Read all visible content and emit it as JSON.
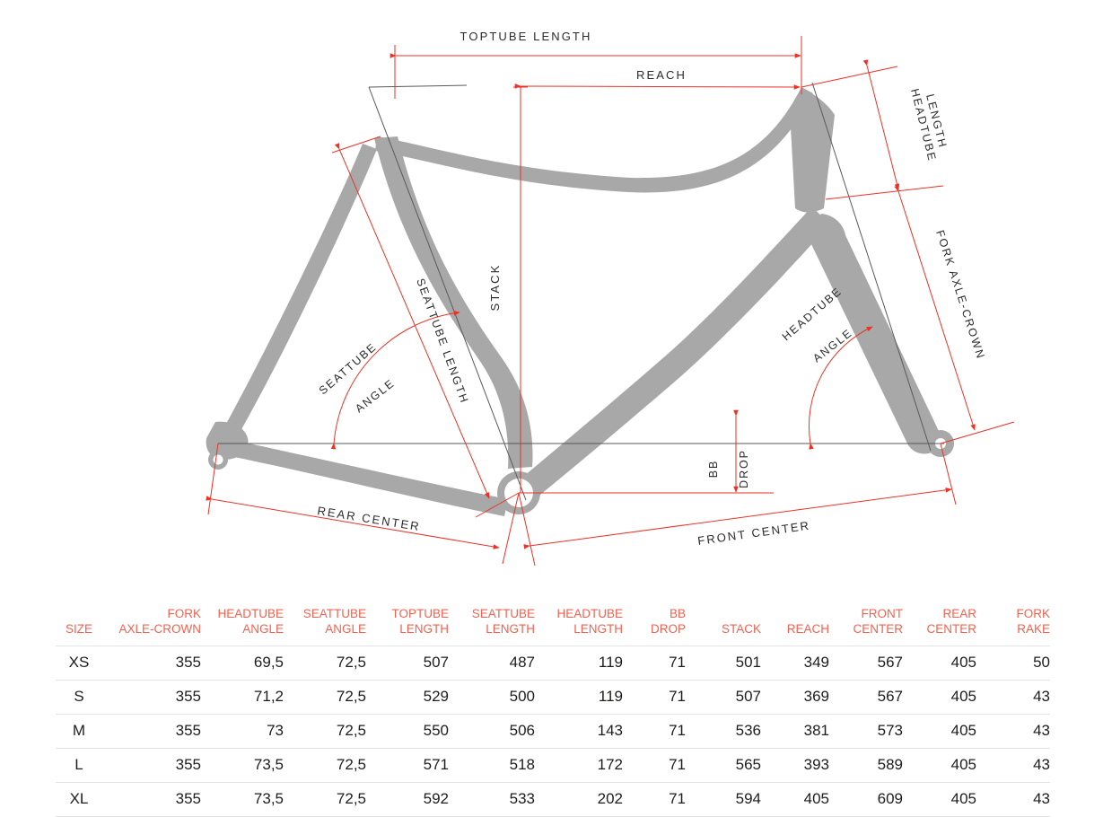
{
  "diagram": {
    "title": "Bicycle frame geometry diagram",
    "colors": {
      "frame": "#a8a8a8",
      "dimension_line": "#ed3124",
      "centerline": "#58595b",
      "label_text": "#2b2b2b",
      "table_header": "#f4614f"
    },
    "labels": {
      "toptube_length": "TOPTUBE LENGTH",
      "reach": "REACH",
      "stack": "STACK",
      "headtube_length_l1": "HEADTUBE",
      "headtube_length_l2": "LENGTH",
      "fork_axle_crown": "FORK AXLE-CROWN",
      "seattube_angle_l1": "SEATTUBE",
      "seattube_angle_l2": "ANGLE",
      "seattube_length": "SEATTUBE LENGTH",
      "headtube_angle_l1": "HEADTUBE",
      "headtube_angle_l2": "ANGLE",
      "bb_drop_l1": "BB",
      "bb_drop_l2": "DROP",
      "rear_center": "REAR CENTER",
      "front_center": "FRONT CENTER"
    }
  },
  "table": {
    "headers": [
      "SIZE",
      "FORK\nAXLE-CROWN",
      "HEADTUBE\nANGLE",
      "SEATTUBE\nANGLE",
      "TOPTUBE\nLENGTH",
      "SEATTUBE\nLENGTH",
      "HEADTUBE\nLENGTH",
      "BB\nDROP",
      "STACK",
      "REACH",
      "FRONT\nCENTER",
      "REAR\nCENTER",
      "FORK\nRAKE"
    ],
    "rows": [
      {
        "size": "XS",
        "fork_axle_crown": "355",
        "headtube_angle": "69,5",
        "seattube_angle": "72,5",
        "toptube_length": "507",
        "seattube_length": "487",
        "headtube_length": "119",
        "bb_drop": "71",
        "stack": "501",
        "reach": "349",
        "front_center": "567",
        "rear_center": "405",
        "fork_rake": "50"
      },
      {
        "size": "S",
        "fork_axle_crown": "355",
        "headtube_angle": "71,2",
        "seattube_angle": "72,5",
        "toptube_length": "529",
        "seattube_length": "500",
        "headtube_length": "119",
        "bb_drop": "71",
        "stack": "507",
        "reach": "369",
        "front_center": "567",
        "rear_center": "405",
        "fork_rake": "43"
      },
      {
        "size": "M",
        "fork_axle_crown": "355",
        "headtube_angle": "73",
        "seattube_angle": "72,5",
        "toptube_length": "550",
        "seattube_length": "506",
        "headtube_length": "143",
        "bb_drop": "71",
        "stack": "536",
        "reach": "381",
        "front_center": "573",
        "rear_center": "405",
        "fork_rake": "43"
      },
      {
        "size": "L",
        "fork_axle_crown": "355",
        "headtube_angle": "73,5",
        "seattube_angle": "72,5",
        "toptube_length": "571",
        "seattube_length": "518",
        "headtube_length": "172",
        "bb_drop": "71",
        "stack": "565",
        "reach": "393",
        "front_center": "589",
        "rear_center": "405",
        "fork_rake": "43"
      },
      {
        "size": "XL",
        "fork_axle_crown": "355",
        "headtube_angle": "73,5",
        "seattube_angle": "72,5",
        "toptube_length": "592",
        "seattube_length": "533",
        "headtube_length": "202",
        "bb_drop": "71",
        "stack": "594",
        "reach": "405",
        "front_center": "609",
        "rear_center": "405",
        "fork_rake": "43"
      }
    ]
  },
  "chart_data": {
    "type": "table",
    "title": "Bicycle frame geometry by size (mm / degrees)",
    "categories": [
      "XS",
      "S",
      "M",
      "L",
      "XL"
    ],
    "series": [
      {
        "name": "FORK AXLE-CROWN",
        "unit": "mm",
        "values": [
          355,
          355,
          355,
          355,
          355
        ]
      },
      {
        "name": "HEADTUBE ANGLE",
        "unit": "deg",
        "values": [
          69.5,
          71.2,
          73,
          73.5,
          73.5
        ]
      },
      {
        "name": "SEATTUBE ANGLE",
        "unit": "deg",
        "values": [
          72.5,
          72.5,
          72.5,
          72.5,
          72.5
        ]
      },
      {
        "name": "TOPTUBE LENGTH",
        "unit": "mm",
        "values": [
          507,
          529,
          550,
          571,
          592
        ]
      },
      {
        "name": "SEATTUBE LENGTH",
        "unit": "mm",
        "values": [
          487,
          500,
          506,
          518,
          533
        ]
      },
      {
        "name": "HEADTUBE LENGTH",
        "unit": "mm",
        "values": [
          119,
          119,
          143,
          172,
          202
        ]
      },
      {
        "name": "BB DROP",
        "unit": "mm",
        "values": [
          71,
          71,
          71,
          71,
          71
        ]
      },
      {
        "name": "STACK",
        "unit": "mm",
        "values": [
          501,
          507,
          536,
          565,
          594
        ]
      },
      {
        "name": "REACH",
        "unit": "mm",
        "values": [
          349,
          369,
          381,
          393,
          405
        ]
      },
      {
        "name": "FRONT CENTER",
        "unit": "mm",
        "values": [
          567,
          567,
          573,
          589,
          609
        ]
      },
      {
        "name": "REAR CENTER",
        "unit": "mm",
        "values": [
          405,
          405,
          405,
          405,
          405
        ]
      },
      {
        "name": "FORK RAKE",
        "unit": "mm",
        "values": [
          50,
          43,
          43,
          43,
          43
        ]
      }
    ],
    "xlabel": "SIZE",
    "ylabel": ""
  }
}
